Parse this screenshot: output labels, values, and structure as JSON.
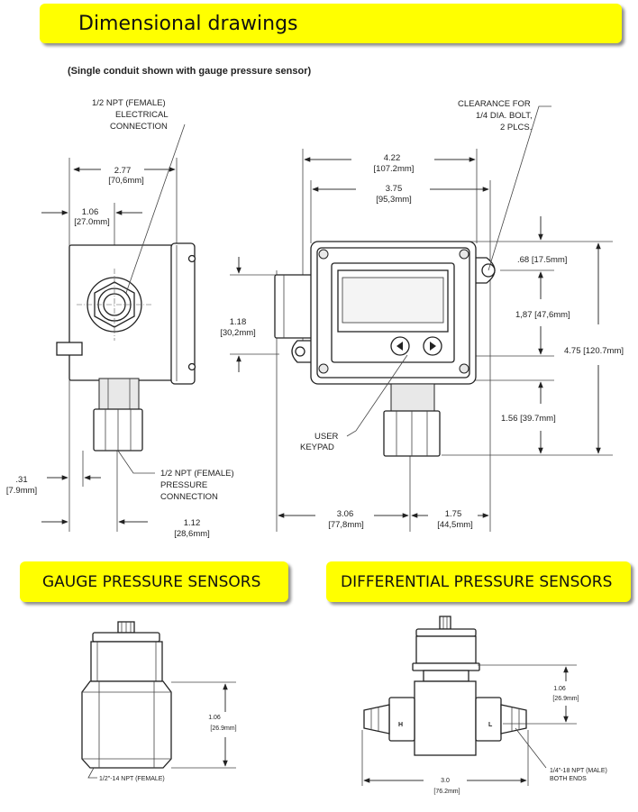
{
  "banners": {
    "dimensional": "Dimensional drawings",
    "gauge": "GAUGE PRESSURE SENSORS",
    "differential": "DIFFERENTIAL PRESSURE SENSORS"
  },
  "colors": {
    "banner": "#ffff00",
    "line": "#222222"
  },
  "subtitle": "(Single conduit shown with gauge pressure sensor)",
  "side_view": {
    "elec_conn": [
      "1/2 NPT (FEMALE)",
      "ELECTRICAL",
      "CONNECTION"
    ],
    "width_in": "2.77",
    "width_mm": "[70,6mm]",
    "offset_in": "1.06",
    "offset_mm": "[27.0mm]",
    "press_conn": [
      "1/2 NPT (FEMALE)",
      "PRESSURE",
      "CONNECTION"
    ],
    "left_in": ".31",
    "left_mm": "[7.9mm]",
    "port_in": "1.12",
    "port_mm": "[28,6mm]"
  },
  "front_view": {
    "clearance": [
      "CLEARANCE FOR",
      "1/4 DIA. BOLT,",
      "2 PLCS."
    ],
    "total_w_in": "4.22",
    "total_w_mm": "[107.2mm]",
    "hole_w_in": "3.75",
    "hole_w_mm": "[95,3mm]",
    "hole_top": ".68 [17.5mm]",
    "hole_mid": "1,87 [47,6mm]",
    "total_h": "4.75 [120.7mm]",
    "port_h": "1.56 [39.7mm]",
    "conduit_in": "1.18",
    "conduit_mm": "[30,2mm]",
    "keypad": [
      "USER",
      "KEYPAD"
    ],
    "left_w_in": "3.06",
    "left_w_mm": "[77,8mm]",
    "right_w_in": "1.75",
    "right_w_mm": "[44,5mm]"
  },
  "gauge": {
    "h_in": "1.06",
    "h_mm": "[26.9mm]",
    "thread": "1/2\"-14 NPT (FEMALE)"
  },
  "differential": {
    "h_in": "1.06",
    "h_mm": "[26.9mm]",
    "len_in": "3.0",
    "len_mm": "[76.2mm]",
    "port_h": "H",
    "port_l": "L",
    "thread": [
      "1/4\"-18 NPT (MALE)",
      "BOTH ENDS"
    ]
  }
}
